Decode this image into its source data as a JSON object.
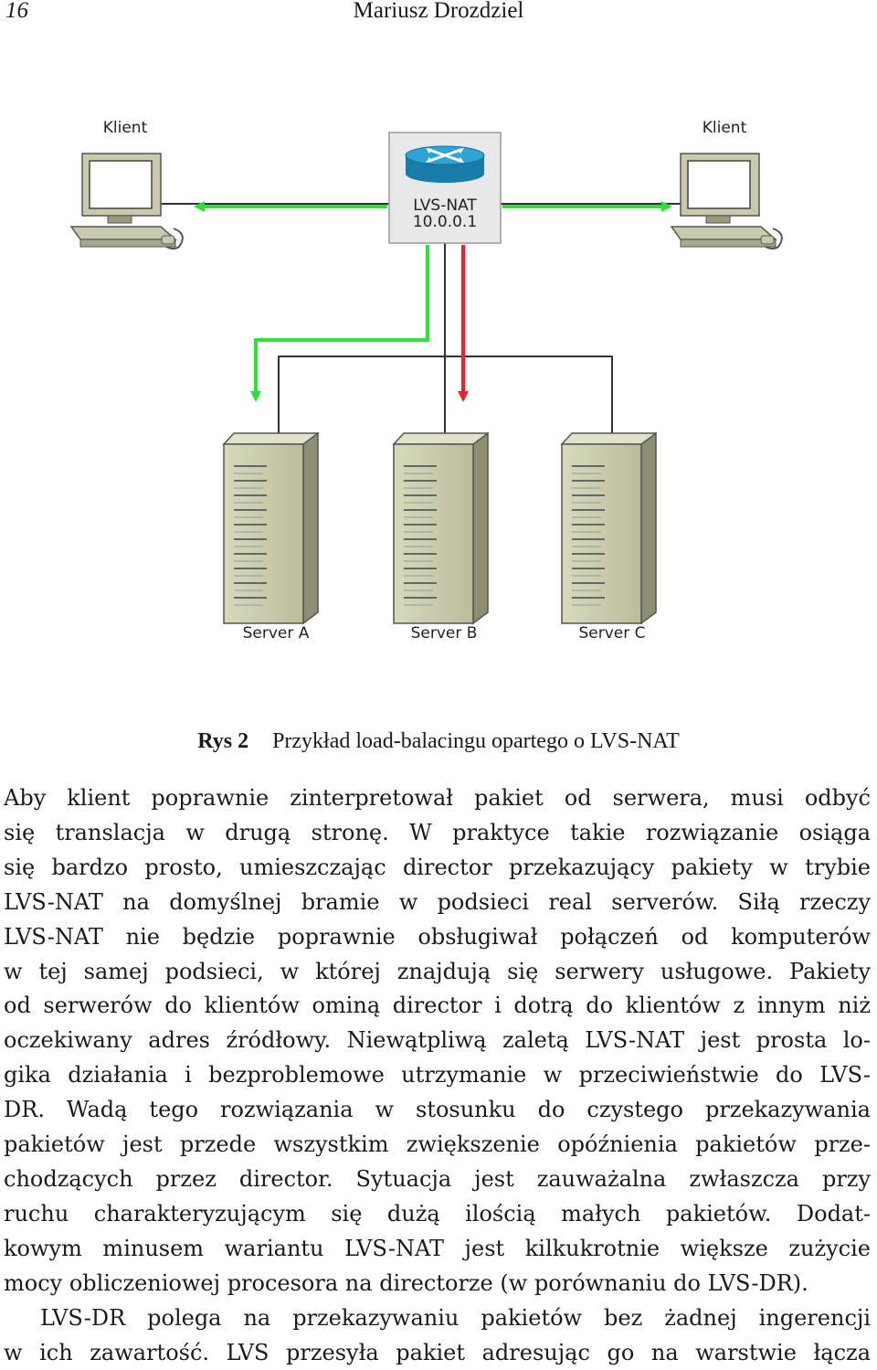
{
  "header": {
    "page_number": "16",
    "author": "Mariusz Drozdziel"
  },
  "figure": {
    "director": {
      "name": "LVS-NAT",
      "ip": "10.0.0.1"
    },
    "clients": [
      "Klient",
      "Klient"
    ],
    "servers": [
      "Server A",
      "Server B",
      "Server C"
    ],
    "colors": {
      "request": "#2ee03a",
      "response": "#e8232b",
      "line": "#333333"
    }
  },
  "caption": {
    "label": "Rys 2",
    "text": "Przykład load-balacingu opartego o LVS-NAT"
  },
  "paragraph": {
    "lines": [
      "Aby klient poprawnie zinterpretował pakiet od serwera, musi odbyć",
      "się translacja w drugą stronę. W praktyce takie rozwiązanie osiąga",
      "się bardzo prosto, umieszczając director przekazujący pakiety w trybie",
      "LVS-NAT na domyślnej bramie w podsieci real serverów. Siłą rzeczy",
      "LVS-NAT nie będzie poprawnie obsługiwał połączeń od komputerów",
      "w tej samej podsieci, w której znajdują się serwery usługowe. Pakiety",
      "od serwerów do klientów ominą director i dotrą do klientów z innym niż",
      "oczekiwany adres źródłowy. Niewątpliwą zaletą LVS-NAT jest prosta lo-",
      "gika działania i bezproblemowe utrzymanie w przeciwieństwie do LVS-",
      "DR. Wadą tego rozwiązania w stosunku do czystego przekazywania",
      "pakietów jest przede wszystkim zwiększenie opóźnienia pakietów prze-",
      "chodzących przez director. Sytuacja jest zauważalna zwłaszcza przy",
      "ruchu charakteryzującym się dużą ilością małych pakietów. Dodat-",
      "kowym minusem wariantu LVS-NAT jest kilkukrotnie większe zużycie",
      "mocy obliczeniowej procesora na directorze (w porównaniu do LVS-DR)."
    ]
  },
  "paragraph2": {
    "lines": [
      "LVS-DR polega na przekazywaniu pakietów bez żadnej ingerencji",
      "w ich zawartość. LVS przesyła pakiet adresując go na warstwie łącza"
    ]
  }
}
